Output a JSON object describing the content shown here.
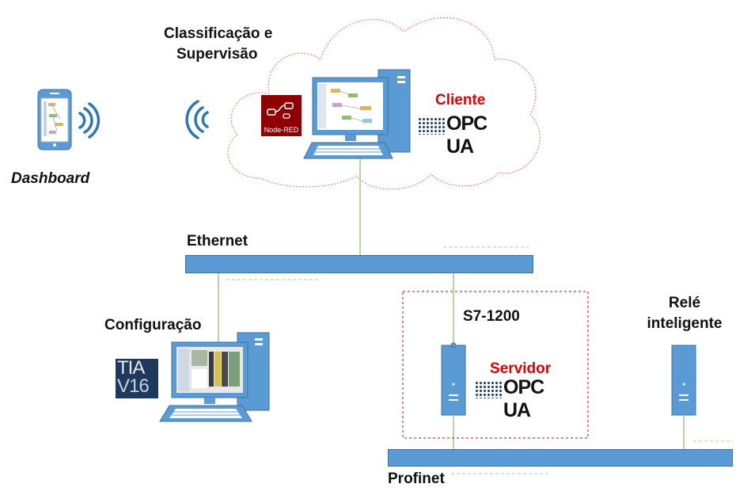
{
  "labels": {
    "cloud_title_line1": "Classificação e",
    "cloud_title_line2": "Supervisão",
    "dashboard": "Dashboard",
    "cliente": "Cliente",
    "ethernet": "Ethernet",
    "configuracao": "Configuração",
    "s7_1200": "S7-1200",
    "servidor": "Servidor",
    "rele_line1": "Relé",
    "rele_line2": "inteligente",
    "profinet": "Profinet"
  },
  "logos": {
    "node_red": "Node-RED",
    "opc_ua": "OPC UA",
    "tia_line1": "TIA",
    "tia_line2": "V16"
  },
  "colors": {
    "bus": "#5b9bd5",
    "device": "#5b9bd5",
    "cloud_border": "#e86c6c",
    "server_box_border": "#e00000",
    "accent_text": "#e00000",
    "node_red": "#8f0000",
    "connector_line": "#70ad47"
  }
}
